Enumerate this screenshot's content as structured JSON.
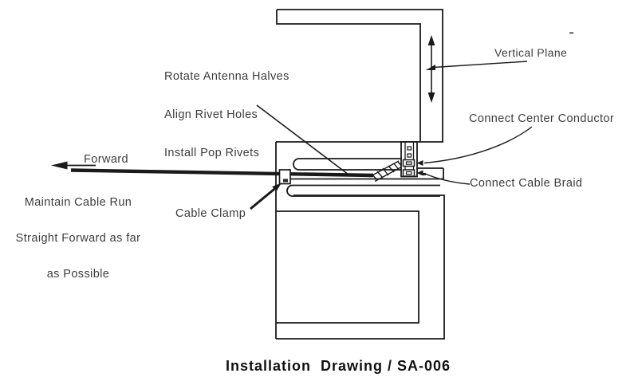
{
  "drawing_title": "Installation  Drawing / SA-006",
  "labels": {
    "instructions_line1": "Rotate Antenna Halves",
    "instructions_line2": "Align Rivet Holes",
    "instructions_line3": "Install Pop Rivets",
    "vertical_plane": "Vertical Plane",
    "connect_center_conductor": "Connect Center Conductor",
    "connect_cable_braid": "Connect Cable Braid",
    "forward": "Forward",
    "cable_run_line1": "Maintain Cable Run",
    "cable_run_line2": "Straight Forward as far",
    "cable_run_line3": "as Possible",
    "cable_clamp": "Cable Clamp"
  },
  "colors": {
    "line": "#1a1a1a",
    "text": "#3d3d3d",
    "title": "#111111",
    "background": "#ffffff"
  }
}
